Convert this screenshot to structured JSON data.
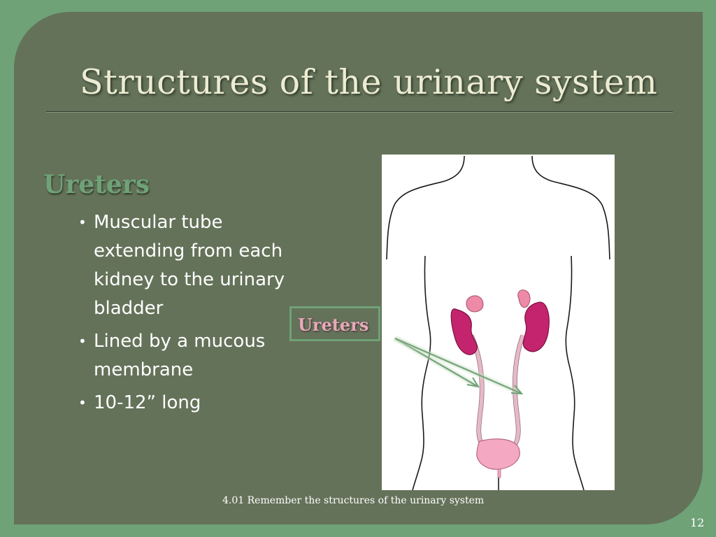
{
  "slide": {
    "title": "Structures of the urinary system",
    "heading": "Ureters",
    "bullets": [
      "Muscular tube extending from each kidney to the urinary bladder",
      "Lined by a mucous membrane",
      "10-12” long"
    ],
    "callout_label": "Ureters",
    "footer": "4.01 Remember the structures of the urinary system",
    "page_number": "12"
  },
  "colors": {
    "outer_background": "#6fa277",
    "slide_background": "#647259",
    "title_text": "#ececd2",
    "heading_text": "#6fa277",
    "body_text": "#ffffff",
    "kidney": "#c4246e",
    "adrenal": "#ec8aa8",
    "bladder": "#f4a8c2",
    "callout_label": "#e7a9b9"
  },
  "figure": {
    "description_icon": "body-outline-illustration"
  }
}
